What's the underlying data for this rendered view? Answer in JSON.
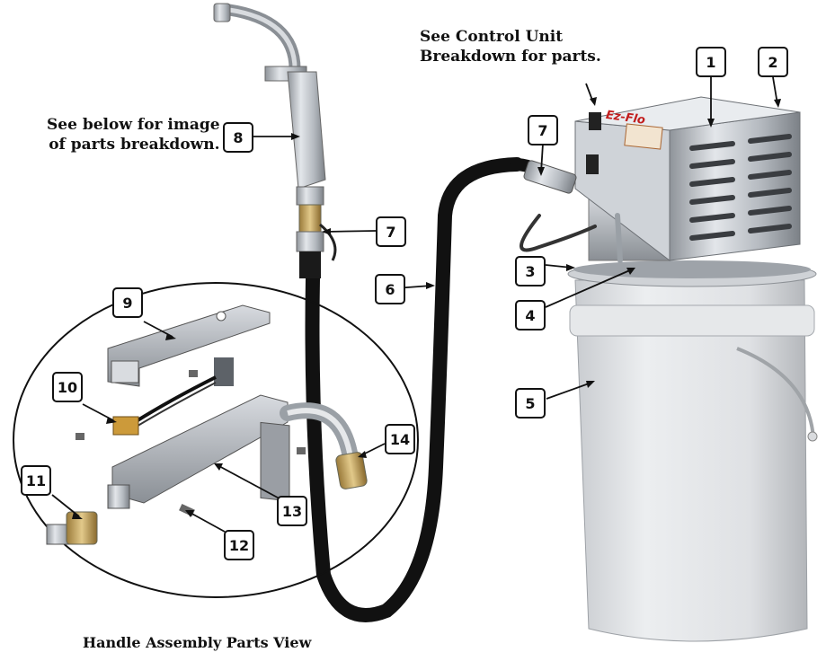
{
  "notes": {
    "control_unit": [
      "See Control Unit",
      "Breakdown for parts."
    ],
    "parts_breakdown": [
      "See below for image",
      "of parts breakdown."
    ]
  },
  "brand": "Ez-Flo",
  "caption": "Handle Assembly Parts View",
  "callouts": [
    "1",
    "2",
    "3",
    "4",
    "5",
    "6",
    "7",
    "7",
    "8",
    "9",
    "10",
    "11",
    "12",
    "13",
    "14"
  ]
}
